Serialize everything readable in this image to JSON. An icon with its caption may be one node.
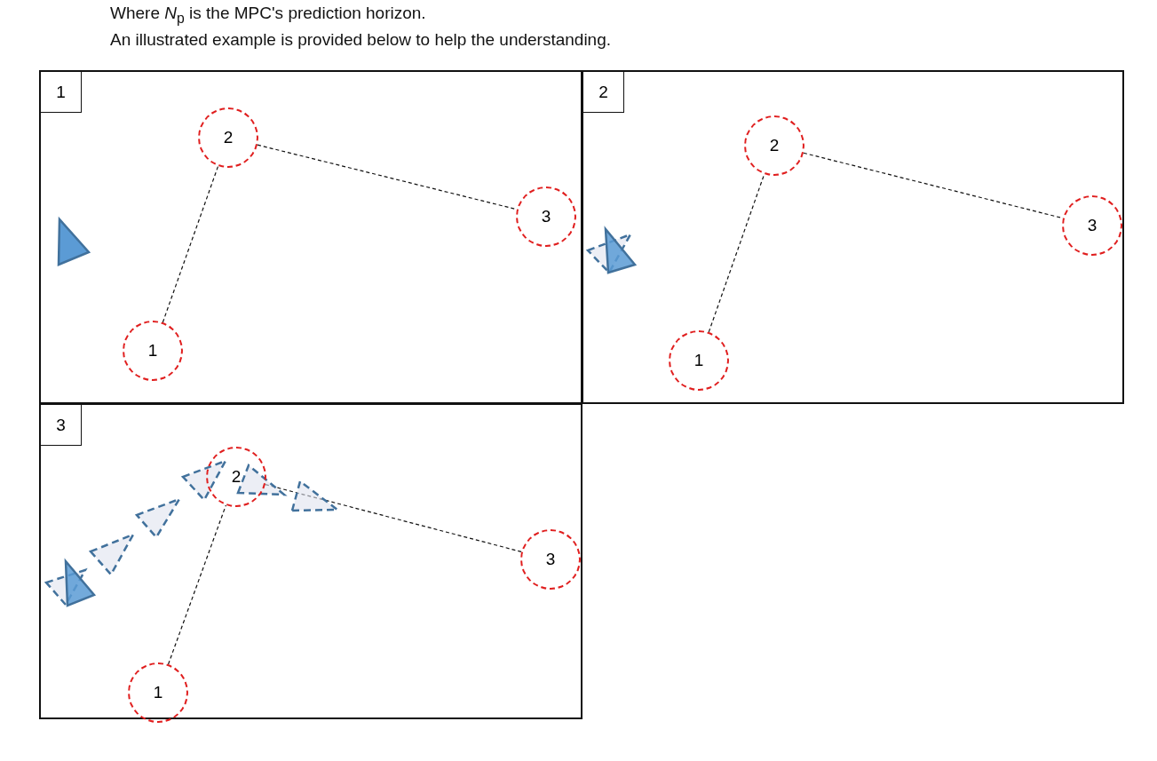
{
  "diagram": {
    "nodes": [
      {
        "text": [],
        "shape": "box"
      },
      {
        "text": [
          "1"
        ],
        "in": 0
      },
      {
        "text": [
          "2"
        ],
        "in": 0
      },
      {
        "text": [
          "3"
        ],
        "in": 0
      },
      {
        "text": [
          "1"
        ],
        "in": 0
      },
      {
        "text": [],
        "shape": "box"
      },
      {
        "text": [
          "2"
        ],
        "in": 5
      },
      {
        "text": [
          "2"
        ],
        "in": 5
      },
      {
        "text": [
          "3"
        ],
        "in": 5
      },
      {
        "text": [
          "1"
        ],
        "in": 5
      },
      {
        "text": [],
        "shape": "box"
      },
      {
        "text": [
          "3"
        ],
        "in": 10
      },
      {
        "text": [
          "2"
        ],
        "in": 10
      },
      {
        "text": [
          "3"
        ],
        "in": 10
      },
      {
        "text": [
          "1"
        ],
        "in": 10
      }
    ],
    "edges": [
      {
        "from": 4,
        "to": 2,
        "arrow": "none",
        "style": "dashed"
      },
      {
        "from": 2,
        "to": 3,
        "arrow": "none",
        "style": "dashed"
      },
      {
        "from": 9,
        "to": 7,
        "arrow": "none",
        "style": "dashed"
      },
      {
        "from": 7,
        "to": 8,
        "arrow": "none",
        "style": "dashed"
      },
      {
        "from": 14,
        "to": 12,
        "arrow": "none",
        "style": "dashed"
      },
      {
        "from": 12,
        "to": 13,
        "arrow": "none",
        "style": "dashed"
      }
    ],
    "labels": [
      "Where *N*$_{p}$ is the MPC's prediction horizon.",
      "An illustrated example is provided below to help the understanding."
    ]
  }
}
